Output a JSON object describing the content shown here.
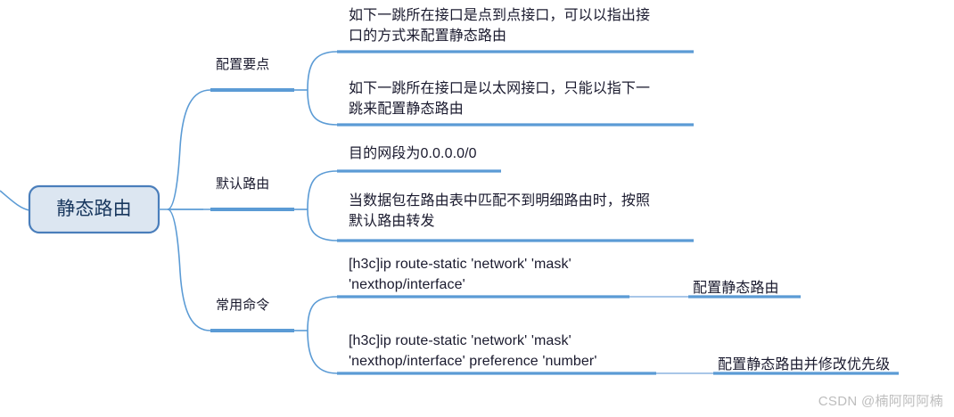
{
  "diagram": {
    "type": "mind-map",
    "colors": {
      "line": "#5B9BD5",
      "underline": "#5B9BD5",
      "underline_light": "#A8C6E8",
      "root_fill": "#DCE6F1",
      "root_border": "#4A7EBB",
      "text": "#1a1a2e",
      "watermark": "#bdbdbd"
    },
    "root": {
      "label": "静态路由"
    },
    "branches": [
      {
        "label": "配置要点",
        "children": [
          {
            "label": "如下一跳所在接口是点到点接口，可以以指出接\n口的方式来配置静态路由",
            "children": []
          },
          {
            "label": "如下一跳所在接口是以太网接口，只能以指下一\n跳来配置静态路由",
            "children": []
          }
        ]
      },
      {
        "label": "默认路由",
        "children": [
          {
            "label": "目的网段为0.0.0.0/0",
            "children": []
          },
          {
            "label": "当数据包在路由表中匹配不到明细路由时，按照\n默认路由转发",
            "children": []
          }
        ]
      },
      {
        "label": "常用命令",
        "children": [
          {
            "label": "[h3c]ip route-static 'network' 'mask'\n'nexthop/interface'",
            "children": [
              {
                "label": "配置静态路由"
              }
            ]
          },
          {
            "label": "[h3c]ip route-static 'network' 'mask'\n'nexthop/interface' preference 'number'",
            "children": [
              {
                "label": "配置静态路由并修改优先级"
              }
            ]
          }
        ]
      }
    ]
  },
  "watermark": {
    "text": "CSDN @楠阿阿阿楠"
  }
}
